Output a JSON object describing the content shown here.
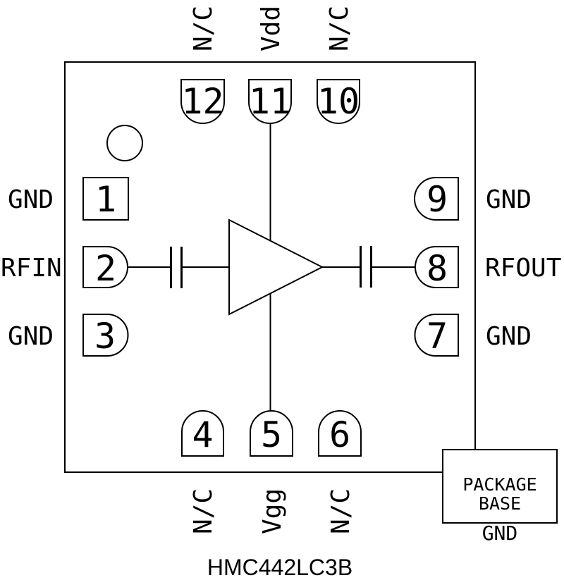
{
  "part_number": "HMC442LC3B",
  "pins": {
    "top": [
      {
        "number": "12",
        "label": "N/C"
      },
      {
        "number": "11",
        "label": "Vdd"
      },
      {
        "number": "10",
        "label": "N/C"
      }
    ],
    "bottom": [
      {
        "number": "4",
        "label": "N/C"
      },
      {
        "number": "5",
        "label": "Vgg"
      },
      {
        "number": "6",
        "label": "N/C"
      }
    ],
    "left": [
      {
        "number": "1",
        "label": "GND"
      },
      {
        "number": "2",
        "label": "RFIN"
      },
      {
        "number": "3",
        "label": "GND"
      }
    ],
    "right": [
      {
        "number": "9",
        "label": "GND"
      },
      {
        "number": "8",
        "label": "RFOUT"
      },
      {
        "number": "7",
        "label": "GND"
      }
    ]
  },
  "package_base": {
    "line1": "PACKAGE",
    "line2": "BASE",
    "ground_label": "GND"
  },
  "colors": {
    "line": "#000000",
    "background": "#ffffff"
  }
}
